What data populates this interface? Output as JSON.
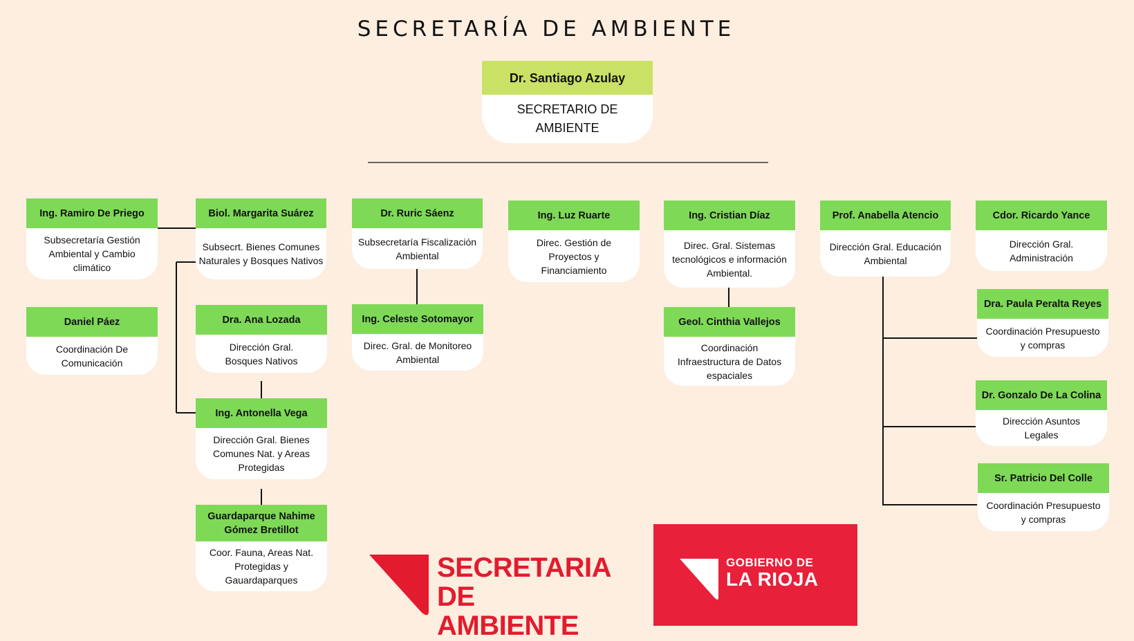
{
  "title": "SECRETARÍA DE AMBIENTE",
  "top": {
    "name": "Dr. Santiago Azulay",
    "role": "SECRETARIO DE AMBIENTE"
  },
  "nodes": [
    {
      "name": "Ing. Ramiro De Priego",
      "role": "Subsecretaría Gestión Ambiental y Cambio climático"
    },
    {
      "name": "Daniel Páez",
      "role": "Coordinación De Comunicación"
    },
    {
      "name": "Biol. Margarita Suárez",
      "role": "Subsecrt. Bienes Comunes Naturales y Bosques Nativos"
    },
    {
      "name": "Dra. Ana Lozada",
      "role": "Dirección  Gral. Bosques Nativos"
    },
    {
      "name": "Ing. Antonella Vega",
      "role": "Dirección Gral. Bienes Comunes Nat. y Areas Protegidas"
    },
    {
      "name": "Guardaparque Nahime Gómez Bretillot",
      "role": "Coor. Fauna, Areas Nat. Protegidas y Gauardaparques"
    },
    {
      "name": "Dr. Ruric Sáenz",
      "role": "Subsecretaría Fiscalización Ambiental"
    },
    {
      "name": "Ing. Celeste Sotomayor",
      "role": "Direc. Gral. de Monitoreo Ambiental"
    },
    {
      "name": "Ing. Luz Ruarte",
      "role": "Direc. Gestión de Proyectos y Financiamiento"
    },
    {
      "name": "Ing. Cristian Díaz",
      "role": "Direc. Gral. Sistemas tecnológicos e información Ambiental."
    },
    {
      "name": "Geol. Cinthia Vallejos",
      "role": "Coordinación Infraestructura de Datos espaciales"
    },
    {
      "name": "Prof. Anabella Atencio",
      "role": "Dirección Gral. Educación Ambiental"
    },
    {
      "name": "Cdor. Ricardo Yance",
      "role": "Dirección Gral. Administración"
    },
    {
      "name": "Dra. Paula Peralta Reyes",
      "role": "Coordinación Presupuesto y compras"
    },
    {
      "name": "Dr. Gonzalo De La Colina",
      "role": "Dirección Asuntos Legales"
    },
    {
      "name": "Sr. Patricio Del Colle",
      "role": "Coordinación Presupuesto y compras"
    }
  ],
  "logos": {
    "secretaria": {
      "line1": "SECRETARIA DE",
      "line2": "AMBIENTE",
      "color": "#e31b2e"
    },
    "rioja": {
      "line1": "GOBIERNO DE",
      "line2": "LA RIOJA",
      "color": "#e8203a"
    }
  },
  "colors": {
    "background": "#fdeee0",
    "header_green": "#7ed957",
    "top_header": "#c9e265"
  }
}
